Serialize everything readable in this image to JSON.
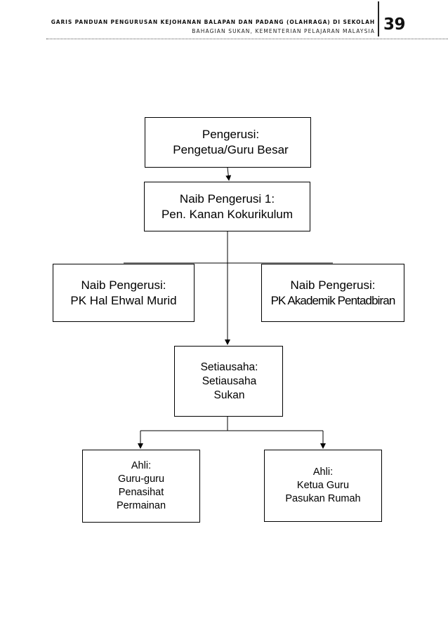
{
  "header": {
    "title": "GARIS PANDUAN PENGURUSAN KEJOHANAN BALAPAN DAN PADANG (OLAHRAGA) DI SEKOLAH",
    "subtitle": "BAHAGIAN SUKAN, KEMENTERIAN PELAJARAN MALAYSIA",
    "page_number": "39"
  },
  "chart": {
    "chairman": {
      "line1": "Pengerusi:",
      "line2": "Pengetua/Guru Besar"
    },
    "vice_chairman_1": {
      "line1": "Naib Pengerusi 1:",
      "line2": "Pen. Kanan Kokurikulum"
    },
    "vice_chairman_student": {
      "line1": "Naib Pengerusi:",
      "line2": "PK Hal Ehwal Murid"
    },
    "vice_chairman_academic": {
      "line1": "Naib Pengerusi:",
      "line2": "PK Akademik Pentadbiran"
    },
    "secretary": {
      "line1": "Setiausaha:",
      "line2": "Setiausaha",
      "line3": "Sukan"
    },
    "member_advisors": {
      "line1": "Ahli:",
      "line2": "Guru-guru",
      "line3": "Penasihat",
      "line4": "Permainan"
    },
    "member_house_leaders": {
      "line1": "Ahli:",
      "line2": "Ketua Guru",
      "line3": "Pasukan Rumah"
    }
  }
}
